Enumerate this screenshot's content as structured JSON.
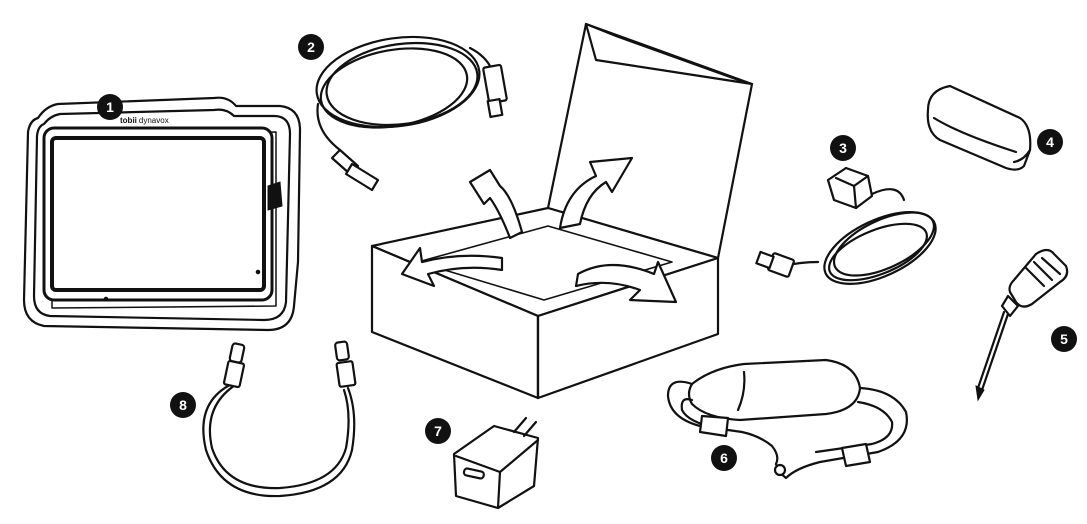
{
  "image": {
    "background": "#ffffff",
    "ink": "#111111"
  },
  "items": [
    {
      "number": "1",
      "icon": "tablet-icon"
    },
    {
      "number": "2",
      "icon": "usb-cable-coiled-icon"
    },
    {
      "number": "3",
      "icon": "power-supply-uk-plug-icon"
    },
    {
      "number": "4",
      "icon": "case-box-icon"
    },
    {
      "number": "5",
      "icon": "screwdriver-icon"
    },
    {
      "number": "6",
      "icon": "carry-strap-icon"
    },
    {
      "number": "7",
      "icon": "usb-c-wall-charger-icon"
    },
    {
      "number": "8",
      "icon": "usb-c-cable-short-icon"
    }
  ],
  "tablet": {
    "brand_bold": "tobii",
    "brand_light": "dynavox"
  },
  "box": {
    "icon": "open-box-icon"
  }
}
